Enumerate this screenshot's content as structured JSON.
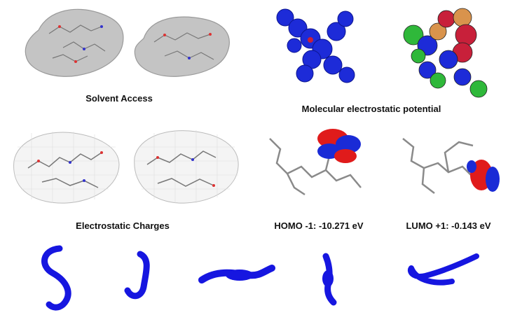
{
  "captions": {
    "solvent_access": "Solvent Access",
    "mep": "Molecular electrostatic potential",
    "electrostatic_charges": "Electrostatic Charges",
    "homo": "HOMO -1: -10.271 eV",
    "lumo": "LUMO +1: -0.143 eV"
  },
  "colors": {
    "surface_grey": "#b9b9b9",
    "mep_blue": "#1d2bd8",
    "mep_red": "#c8203a",
    "mep_green": "#2fb83a",
    "mep_orange": "#d9934c",
    "orbital_red": "#e01b1b",
    "orbital_blue": "#1a2bd6",
    "tube_blue": "#1616e0",
    "bond_grey": "#8a8a8a"
  }
}
